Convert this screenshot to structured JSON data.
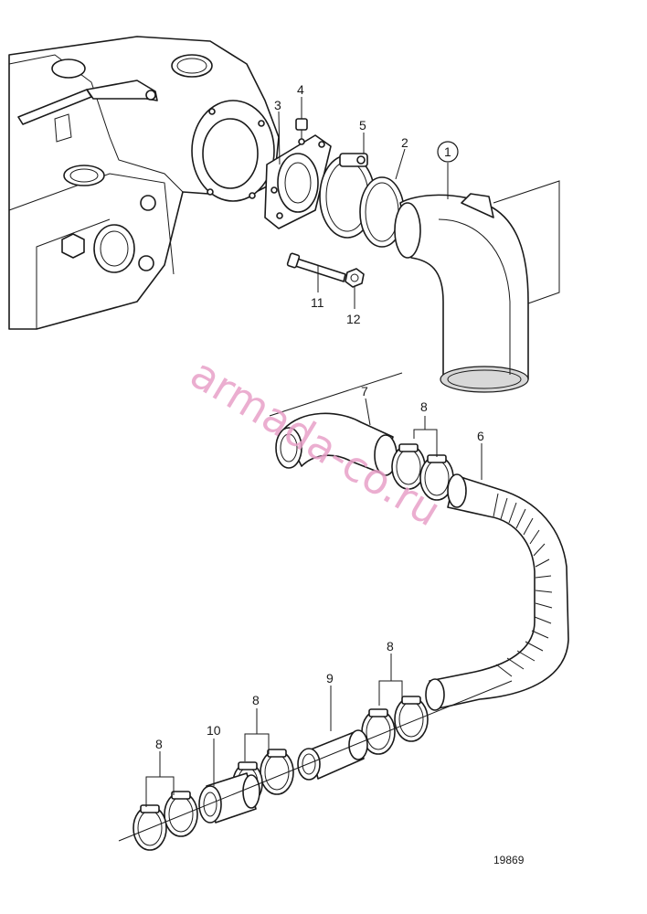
{
  "labels": {
    "p1": "1",
    "p2": "2",
    "p3": "3",
    "p4": "4",
    "p5": "5",
    "p6": "6",
    "p7": "7",
    "p8a": "8",
    "p8b": "8",
    "p8c": "8",
    "p8d": "8",
    "p9": "9",
    "p10": "10",
    "p11": "11",
    "p12": "12"
  },
  "watermark": "armada-co.ru",
  "drawing_number": "19869"
}
